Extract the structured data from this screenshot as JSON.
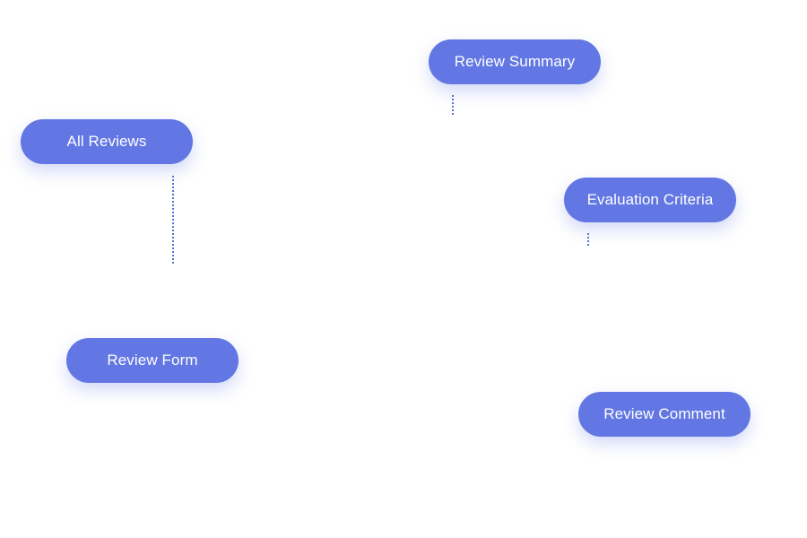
{
  "diagram": {
    "accent_color": "#6277e3",
    "connector_color": "#5a6fd8",
    "nodes": {
      "review_summary": {
        "label": "Review Summary"
      },
      "all_reviews": {
        "label": "All Reviews"
      },
      "evaluation_criteria": {
        "label": "Evaluation Criteria"
      },
      "review_form": {
        "label": "Review Form"
      },
      "review_comment": {
        "label": "Review Comment"
      }
    }
  }
}
